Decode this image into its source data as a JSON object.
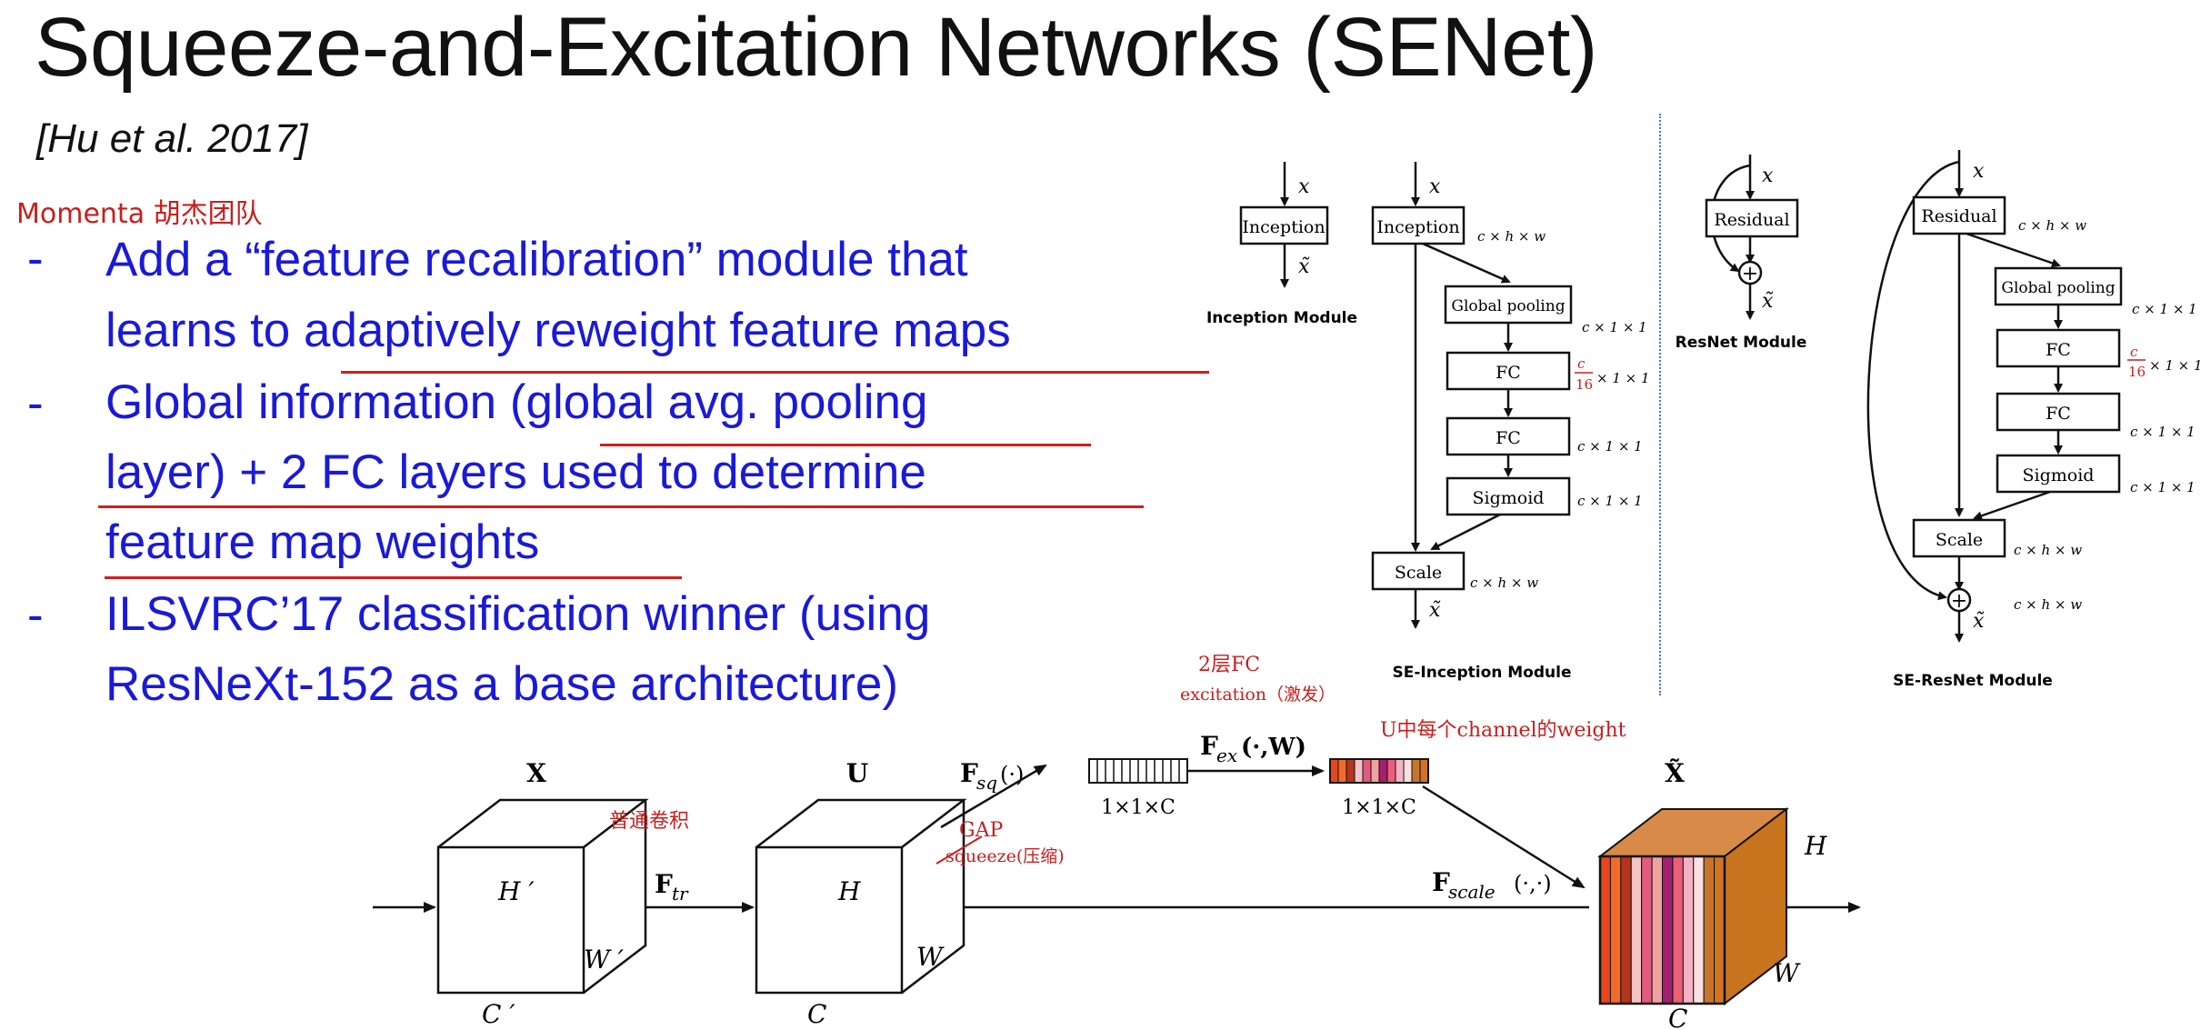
{
  "slide": {
    "title": "Squeeze-and-Excitation Networks (SENet)",
    "citation": "[Hu et al. 2017]",
    "annotations": {
      "momenta": "Momenta 胡杰团队",
      "two_fc": "2层FC",
      "excitation": "excitation（激发）",
      "weight": "U中每个channel的weight",
      "conv": "普通卷积",
      "gap": "GAP",
      "squeeze": "squeeze(压缩)"
    },
    "bullets": [
      {
        "dash": "-",
        "lines": [
          "Add a “feature recalibration” module that",
          "learns to adaptively reweight feature maps"
        ]
      },
      {
        "dash": "-",
        "lines": [
          "Global information (global avg. pooling",
          "layer) + 2 FC layers used to determine",
          "feature map weights"
        ]
      },
      {
        "dash": "-",
        "lines": [
          "ILSVRC’17 classification winner (using",
          "ResNeXt-152 as a base architecture)"
        ]
      }
    ]
  },
  "diagrams": {
    "inception_module": {
      "caption": "Inception Module",
      "block": "Inception",
      "input": "x",
      "output": "x̃"
    },
    "se_inception_module": {
      "caption": "SE-Inception Module",
      "input": "x",
      "output": "x̃",
      "blocks": [
        "Inception",
        "Global pooling",
        "FC",
        "FC",
        "Sigmoid",
        "Scale"
      ],
      "dims": [
        "c × h × w",
        "c × 1 × 1",
        "× 1 × 1",
        "c × 1 × 1",
        "c × 1 × 1",
        "c × h × w"
      ],
      "fraction": {
        "num": "c",
        "den": "16"
      }
    },
    "resnet_module": {
      "caption": "ResNet Module",
      "block": "Residual",
      "input": "x",
      "output": "x̃",
      "plus": "+"
    },
    "se_resnet_module": {
      "caption": "SE-ResNet Module",
      "input": "x",
      "output": "x̃",
      "plus": "+",
      "blocks": [
        "Residual",
        "Global pooling",
        "FC",
        "FC",
        "Sigmoid",
        "Scale"
      ],
      "dims": [
        "c × h × w",
        "c × 1 × 1",
        "× 1 × 1",
        "c × 1 × 1",
        "c × 1 × 1",
        "c × h × w",
        "c × h × w"
      ],
      "fraction": {
        "num": "c",
        "den": "16"
      }
    },
    "se_block": {
      "X": "X",
      "U": "U",
      "Xt": "X̃",
      "H1": "H ′",
      "W1": "W ′",
      "C1": "C ′",
      "H": "H",
      "W": "W",
      "C": "C",
      "Ftr_main": "F",
      "Ftr_sub": "tr",
      "Fsq_main": "F",
      "Fsq_sub": "sq",
      "Fsq_arg": "(·)",
      "Fex_main": "F",
      "Fex_sub": "ex",
      "Fex_arg": "(·,W)",
      "Fscale_main": "F",
      "Fscale_sub": "scale",
      "Fscale_arg": "(·,·)",
      "vec_label_1": "1×1×C",
      "vec_label_2": "1×1×C"
    },
    "colors": {
      "ink": "#1a1ad6",
      "annotation": "#c81e1e",
      "channel_colors": [
        "#e8461f",
        "#f26b2a",
        "#b5341c",
        "#f4c3c6",
        "#e25a7e",
        "#f1a19e",
        "#a41f6f",
        "#ec5f77",
        "#f4b2c5",
        "#fbe0e0",
        "#c6762b",
        "#d07424"
      ]
    }
  }
}
